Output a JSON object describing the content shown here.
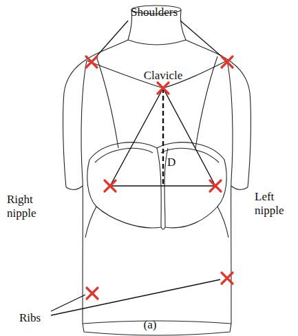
{
  "diagram": {
    "caption": "(a)",
    "labels": [
      "Shoulders",
      "Clavicle",
      "D",
      "Right nipple",
      "Left nipple",
      "Ribs"
    ]
  }
}
